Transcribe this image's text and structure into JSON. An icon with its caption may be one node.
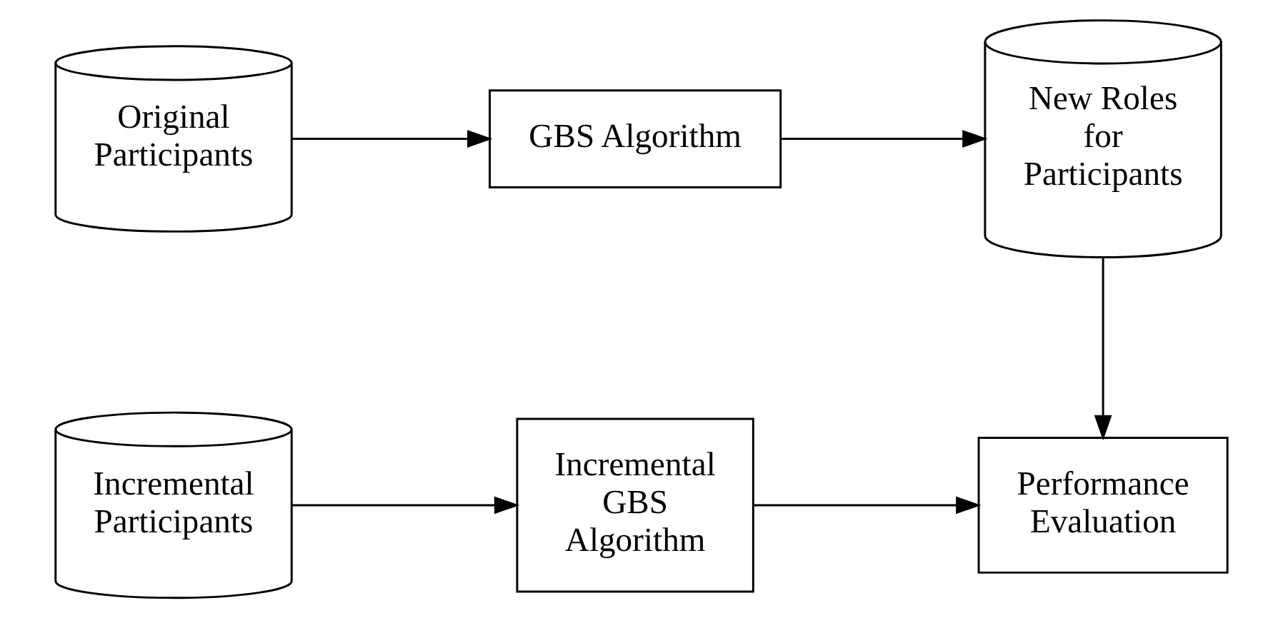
{
  "diagram": {
    "nodes": [
      {
        "text": [
          "Original Participants"
        ]
      },
      {
        "text": [
          "GBS Algorithm"
        ]
      },
      {
        "text": [
          "New Roles for Participants"
        ]
      },
      {
        "text": [
          "Incremental Participants"
        ]
      },
      {
        "text": [
          "Incremental GBS Algorithm"
        ]
      },
      {
        "text": [
          "Performance Evaluation"
        ]
      }
    ],
    "edges": [
      {
        "from": 0,
        "to": 1,
        "arrow": "to"
      },
      {
        "from": 1,
        "to": 2,
        "arrow": "to"
      },
      {
        "from": 2,
        "to": 5,
        "arrow": "to"
      },
      {
        "from": 3,
        "to": 4,
        "arrow": "to"
      },
      {
        "from": 4,
        "to": 5,
        "arrow": "to"
      }
    ]
  }
}
